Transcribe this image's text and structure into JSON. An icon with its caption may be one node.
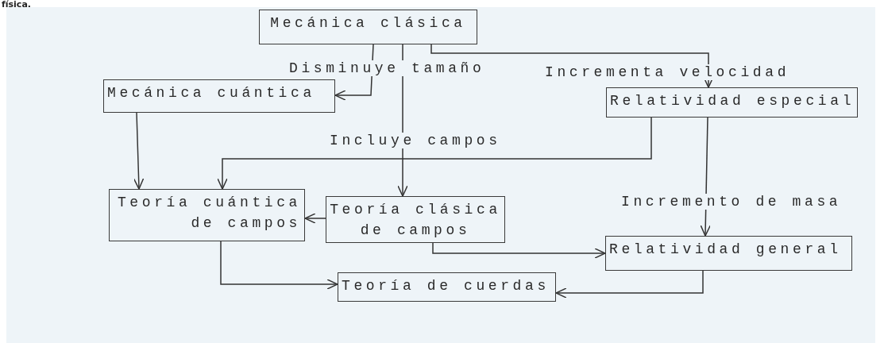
{
  "diagram": {
    "nodes": [
      {
        "text": [
          "Mecánica clásica"
        ]
      },
      {
        "text": [
          "Mecánica cuántica"
        ]
      },
      {
        "text": [
          "Relatividad especial"
        ]
      },
      {
        "text": [
          "Teoría cuántica de campos"
        ]
      },
      {
        "text": [
          "Teoría clásica de campos"
        ]
      },
      {
        "text": [
          "Relatividad general"
        ]
      },
      {
        "text": [
          "Teoría de cuerdas"
        ]
      }
    ],
    "edges": [
      {
        "from": 0,
        "to": 1,
        "arrow": "to",
        "label": "Disminuye tamaño"
      },
      {
        "from": 0,
        "to": 4,
        "arrow": "to",
        "label": "Incluye campos"
      },
      {
        "from": 0,
        "to": 2,
        "arrow": "to",
        "label": "Incrementa velocidad"
      },
      {
        "from": 1,
        "to": 3,
        "arrow": "to"
      },
      {
        "from": 2,
        "to": 3,
        "arrow": "to"
      },
      {
        "from": 2,
        "to": 5,
        "arrow": "to",
        "label": "Incremento de masa"
      },
      {
        "from": 4,
        "to": 3,
        "arrow": "to"
      },
      {
        "from": 4,
        "to": 5,
        "arrow": "to"
      },
      {
        "from": 3,
        "to": 6,
        "arrow": "to"
      },
      {
        "from": 5,
        "to": 6,
        "arrow": "to"
      }
    ],
    "labels": [
      "física."
    ]
  }
}
